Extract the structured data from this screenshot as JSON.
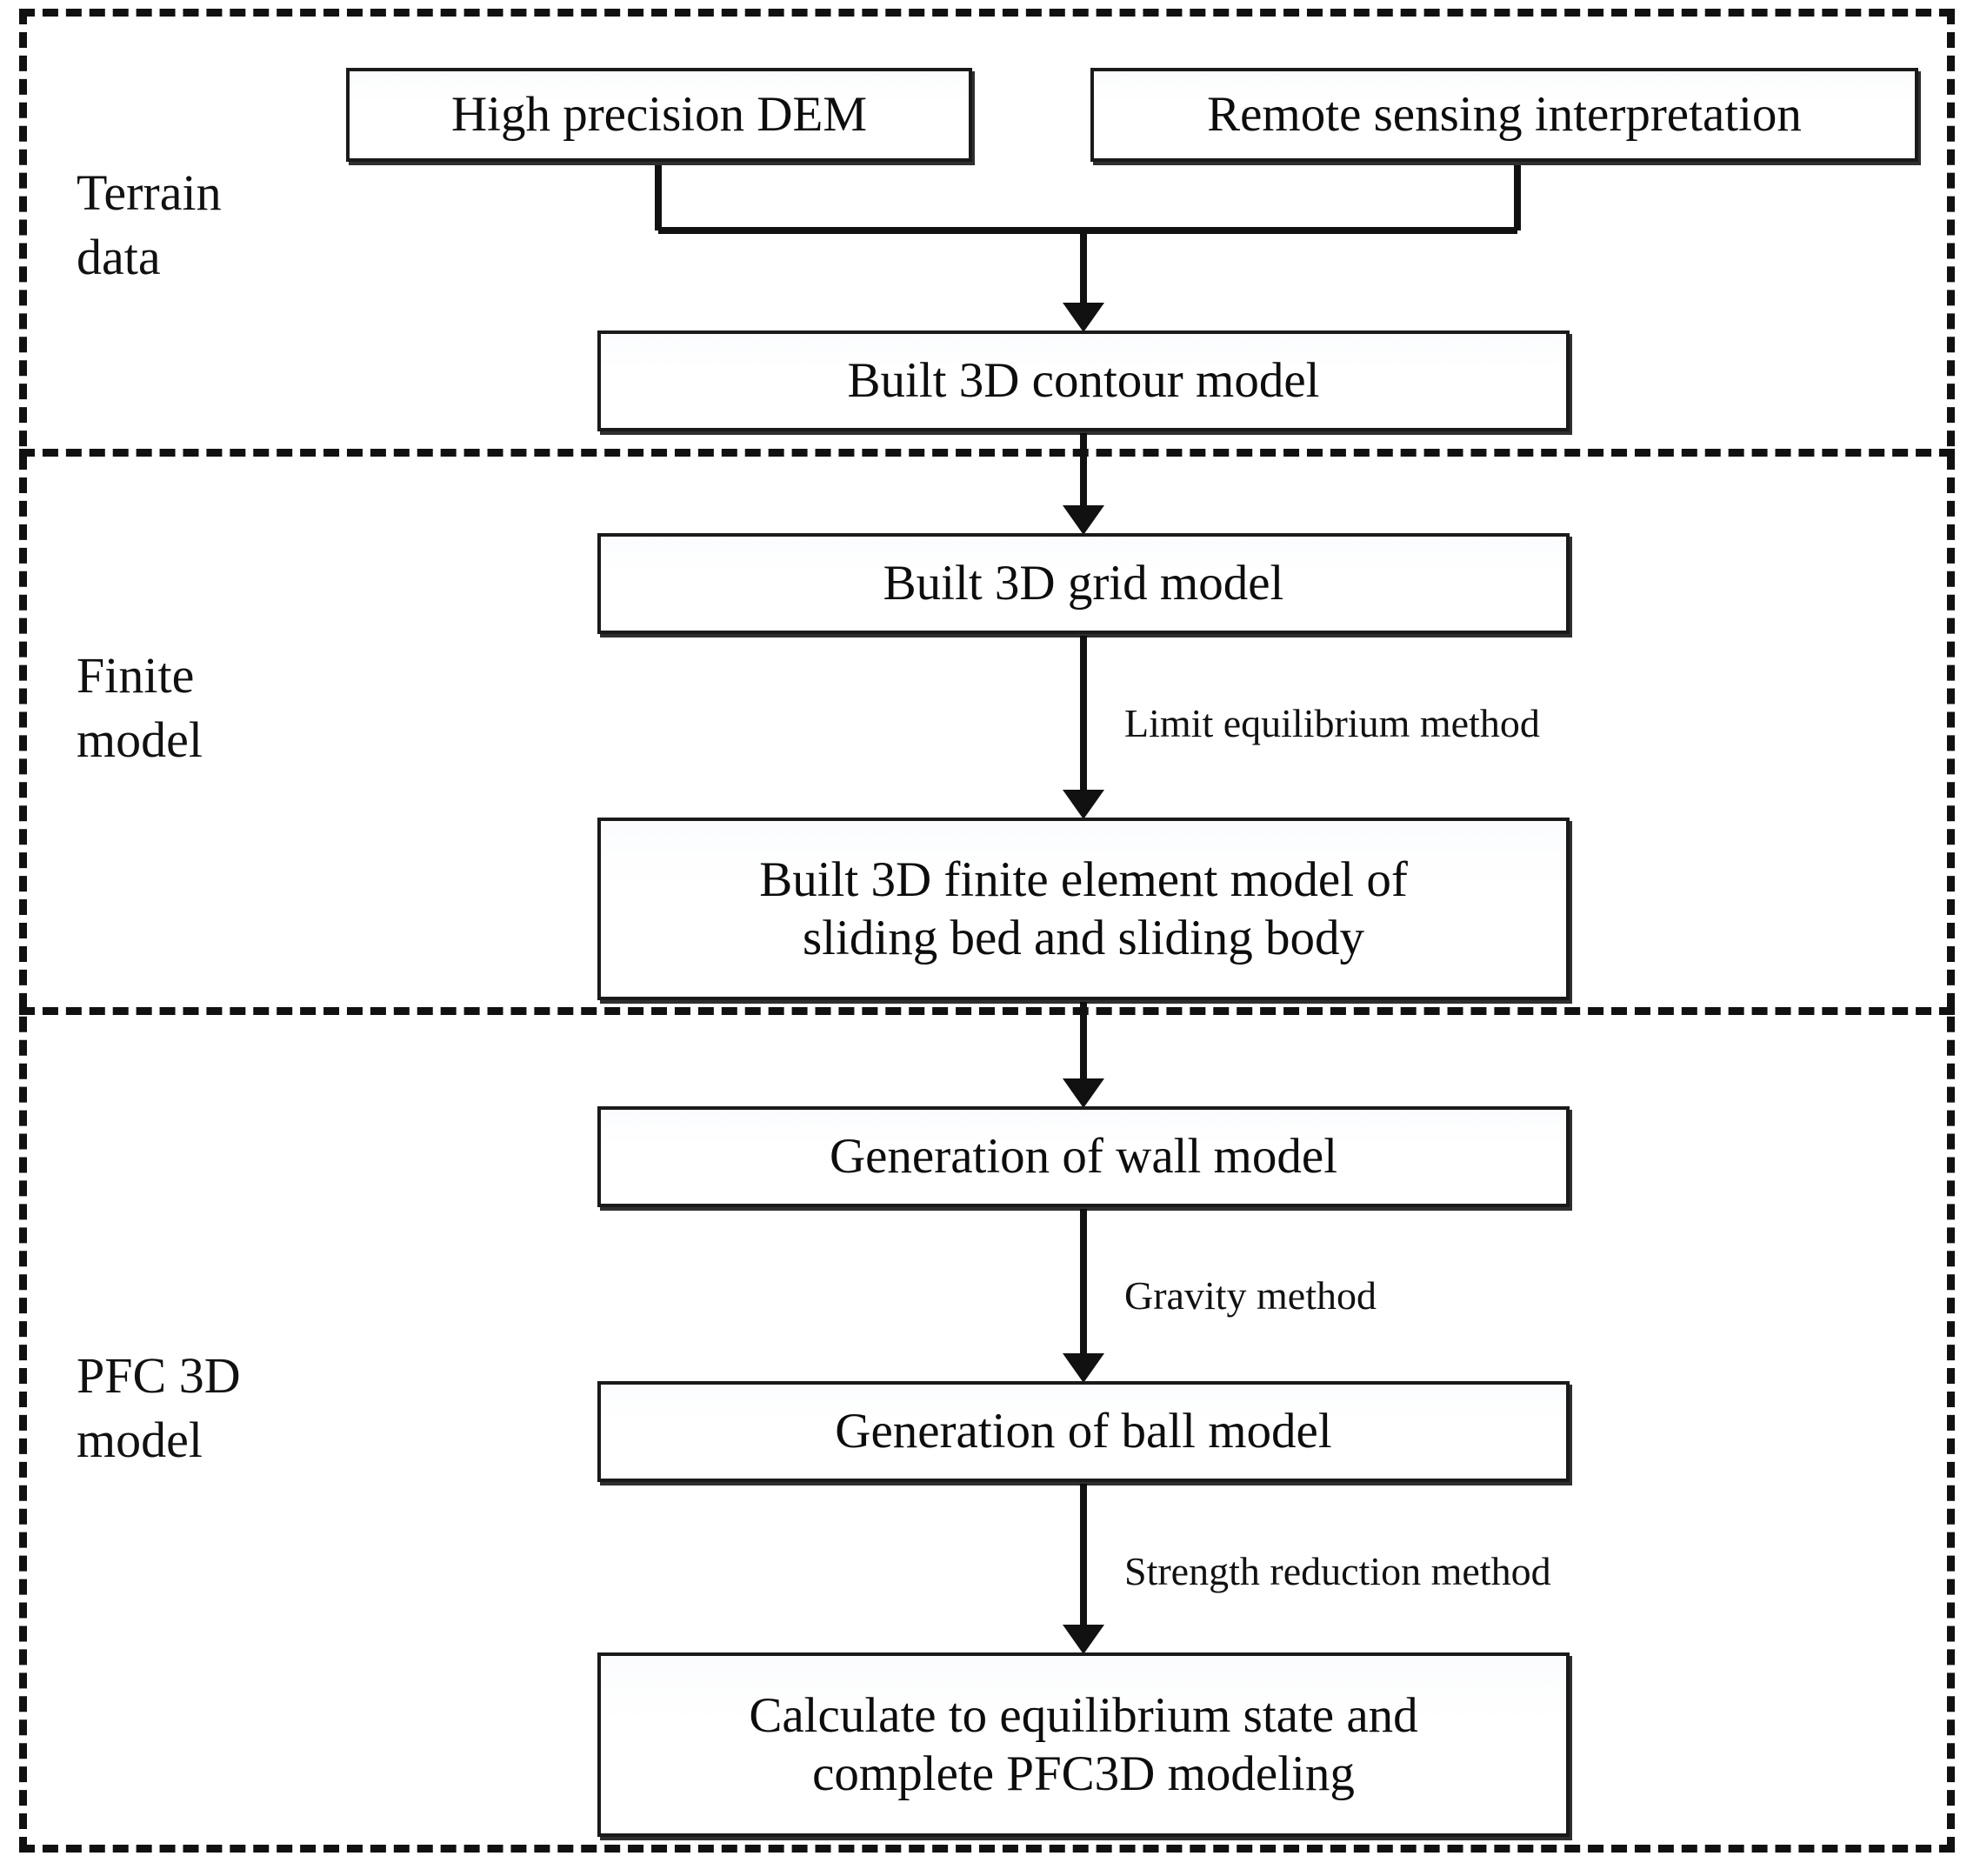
{
  "diagram": {
    "title": "3D modeling workflow flowchart",
    "stroke_color": "#111111",
    "box_fill": "#ffffff",
    "sections": [
      {
        "id": "terrain",
        "label": "Terrain\ndata"
      },
      {
        "id": "finite",
        "label": "Finite\nmodel"
      },
      {
        "id": "pfc",
        "label": "PFC 3D\nmodel"
      }
    ],
    "nodes": [
      {
        "id": "dem",
        "label": "High precision DEM"
      },
      {
        "id": "remote",
        "label": "Remote sensing interpretation"
      },
      {
        "id": "contour",
        "label": "Built 3D contour model"
      },
      {
        "id": "grid",
        "label": "Built 3D grid model"
      },
      {
        "id": "fem",
        "label": "Built 3D finite element model of\nsliding bed and sliding body"
      },
      {
        "id": "wall",
        "label": "Generation of wall model"
      },
      {
        "id": "ball",
        "label": "Generation of ball model"
      },
      {
        "id": "calc",
        "label": "Calculate to equilibrium state and\ncomplete PFC3D modeling"
      }
    ],
    "edge_labels": [
      {
        "id": "limit",
        "label": "Limit equilibrium method"
      },
      {
        "id": "gravity",
        "label": "Gravity method"
      },
      {
        "id": "strength",
        "label": "Strength reduction method"
      }
    ]
  }
}
